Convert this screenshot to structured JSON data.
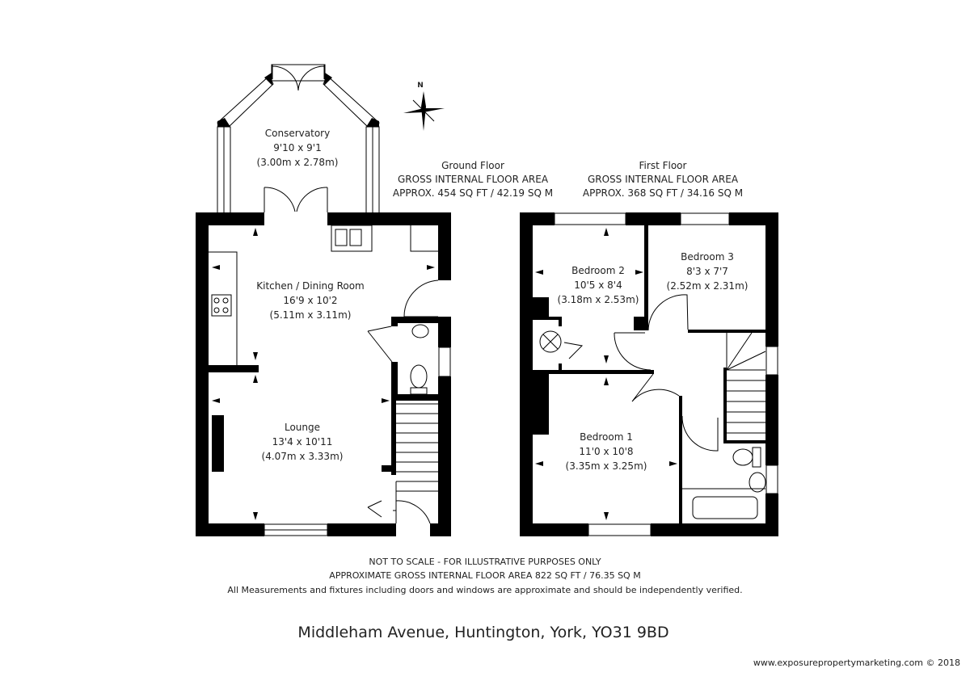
{
  "compass": {
    "label": "N"
  },
  "ground_floor": {
    "title": "Ground Floor",
    "area_heading": "GROSS INTERNAL FLOOR AREA",
    "area": "APPROX. 454 SQ FT / 42.19 SQ M",
    "rooms": [
      {
        "name": "Conservatory",
        "imperial": "9'10 x 9'1",
        "metric": "(3.00m x 2.78m)"
      },
      {
        "name": "Kitchen / Dining Room",
        "imperial": "16'9 x 10'2",
        "metric": "(5.11m x 3.11m)"
      },
      {
        "name": "Lounge",
        "imperial": "13'4 x 10'11",
        "metric": "(4.07m x 3.33m)"
      }
    ]
  },
  "first_floor": {
    "title": "First Floor",
    "area_heading": "GROSS INTERNAL FLOOR AREA",
    "area": "APPROX. 368 SQ FT / 34.16 SQ M",
    "rooms": [
      {
        "name": "Bedroom 2",
        "imperial": "10'5 x 8'4",
        "metric": "(3.18m x 2.53m)"
      },
      {
        "name": "Bedroom 3",
        "imperial": "8'3 x 7'7",
        "metric": "(2.52m x 2.31m)"
      },
      {
        "name": "Bedroom 1",
        "imperial": "11'0 x 10'8",
        "metric": "(3.35m x 3.25m)"
      }
    ]
  },
  "footer": {
    "line1": "NOT TO SCALE - FOR ILLUSTRATIVE PURPOSES ONLY",
    "line2": "APPROXIMATE GROSS INTERNAL FLOOR AREA 822 SQ FT / 76.35 SQ M",
    "line3": "All Measurements and fixtures including doors and windows are approximate and should be independently verified.",
    "address": "Middleham Avenue, Huntington, York, YO31 9BD",
    "website": "www.exposurepropertymarketing.com © 2018"
  }
}
